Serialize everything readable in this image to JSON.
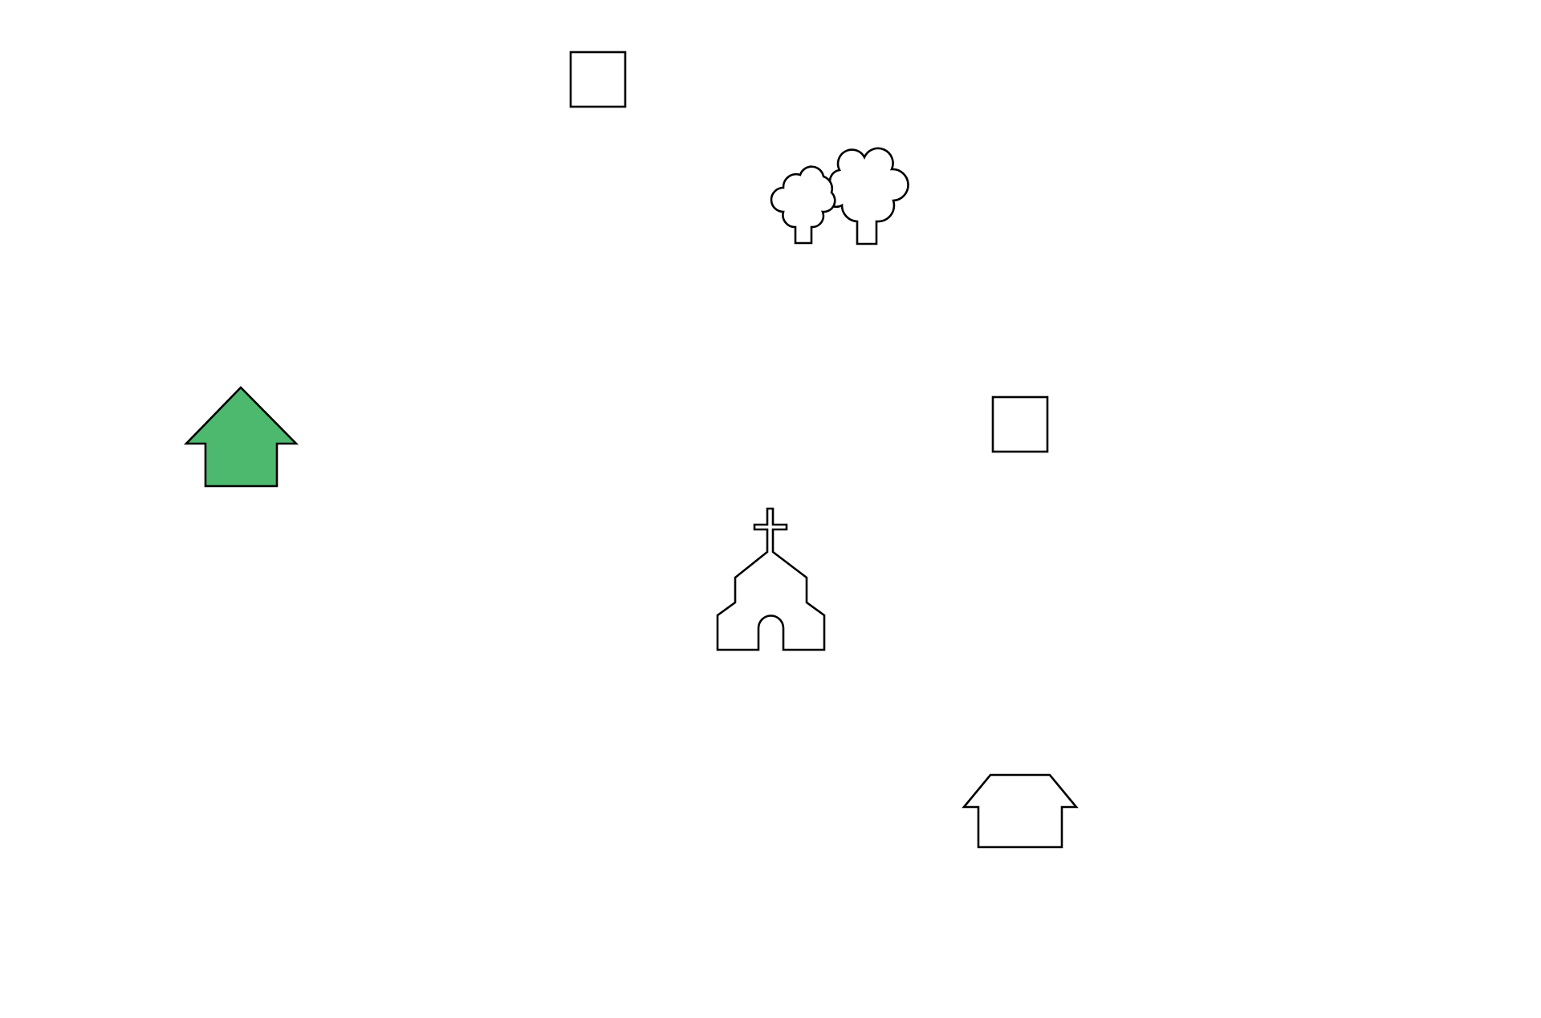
{
  "scene": {
    "background_color": "#ffffff",
    "stroke_color": "#000000",
    "icons": [
      {
        "name": "square-icon",
        "shape": "square",
        "fill": "#ffffff"
      },
      {
        "name": "trees-icon",
        "shape": "trees",
        "fill": "#ffffff"
      },
      {
        "name": "house-arrow-icon",
        "shape": "house-arrow",
        "fill": "#4cb96e"
      },
      {
        "name": "square-icon",
        "shape": "square",
        "fill": "#ffffff"
      },
      {
        "name": "church-icon",
        "shape": "church",
        "fill": "#ffffff"
      },
      {
        "name": "house-icon",
        "shape": "house",
        "fill": "#ffffff"
      }
    ]
  }
}
